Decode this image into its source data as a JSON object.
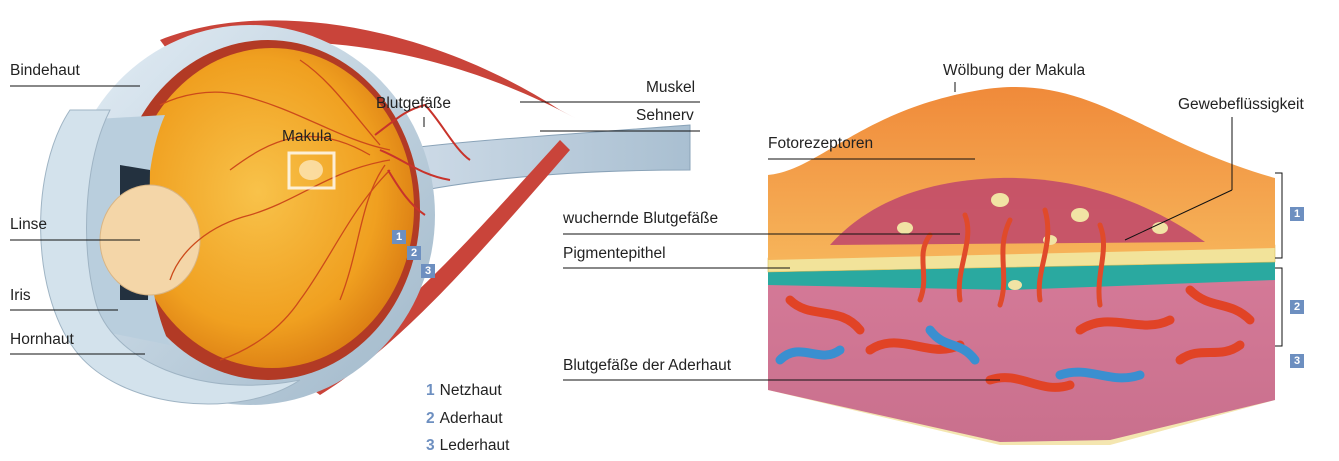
{
  "colors": {
    "badge": "#6d8fc0",
    "legend_number": "#6d8fc0",
    "label_text": "#222222",
    "leader_line": "#111111",
    "retina_orange": "#f0a020",
    "sclera_blue": "#c9d9e6",
    "vessel_red": "#d8412f",
    "vessel_blue": "#3a8fd0",
    "pigment_yellow": "#f2e39a",
    "choroid_pink": "#d9869c",
    "bruchs_teal": "#2aa9a0"
  },
  "eye_labels": {
    "bindehaut": "Bindehaut",
    "linse": "Linse",
    "iris": "Iris",
    "hornhaut": "Hornhaut",
    "makula": "Makula",
    "blutgefaesse": "Blutgefäße",
    "muskel": "Muskel",
    "sehnerv": "Sehnerv"
  },
  "eye_badges": [
    "1",
    "2",
    "3"
  ],
  "legend": [
    {
      "num": "1",
      "label": "Netzhaut"
    },
    {
      "num": "2",
      "label": "Aderhaut"
    },
    {
      "num": "3",
      "label": "Lederhaut"
    }
  ],
  "section_labels": {
    "woelbung": "Wölbung der Makula",
    "gewebefluessigkeit": "Gewebeflüssigkeit",
    "fotorezeptoren": "Fotorezeptoren",
    "wuchernde": "wuchernde Blutgefäße",
    "pigmentepithel": "Pigmentepithel",
    "aderhaut_gefaesse": "Blutgefäße der Aderhaut"
  },
  "section_badges": [
    "1",
    "2",
    "3"
  ],
  "icons": {
    "eye": "eye-cross-section-illustration",
    "retina": "retina-layer-cross-section-illustration"
  }
}
